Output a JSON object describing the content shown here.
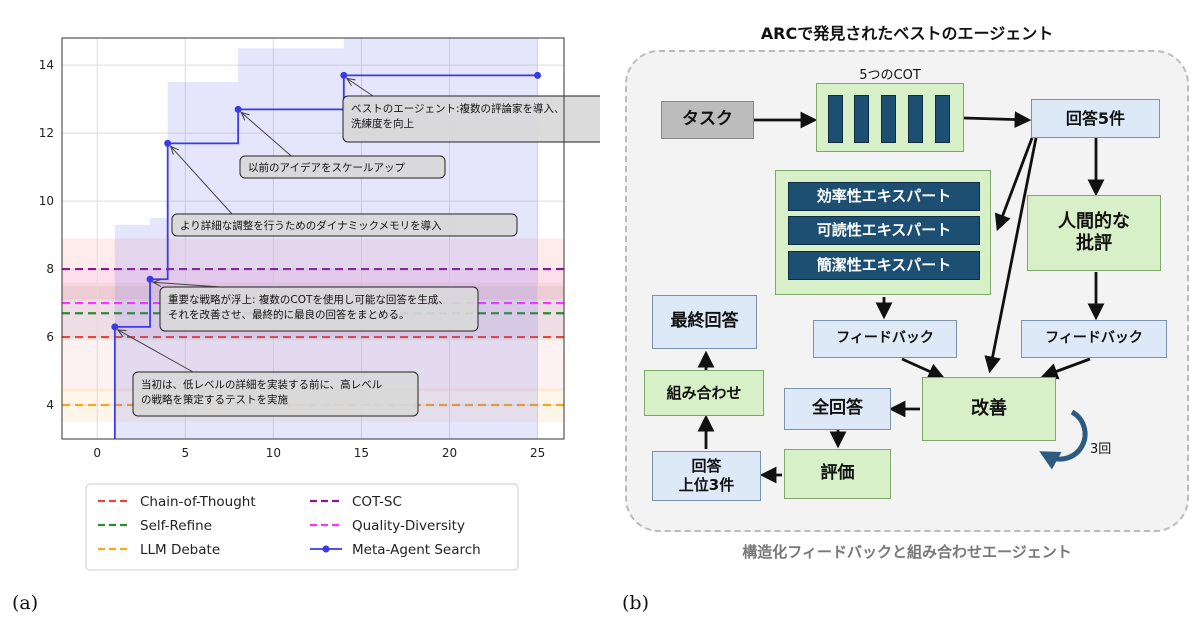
{
  "panel_a_label": "(a)",
  "panel_b_label": "(b)",
  "chart_data": {
    "type": "line",
    "xlim": [
      -2,
      26.5
    ],
    "ylim": [
      3,
      14.8
    ],
    "xticks": [
      0,
      5,
      10,
      15,
      20,
      25
    ],
    "yticks": [
      4,
      6,
      8,
      10,
      12,
      14
    ],
    "grid": true,
    "legend_position": "bottom",
    "baselines": [
      {
        "name": "Chain-of-Thought",
        "value": 6.0,
        "color": "#e8453c"
      },
      {
        "name": "COT-SC",
        "value": 8.0,
        "color": "#8b1a89"
      },
      {
        "name": "Self-Refine",
        "value": 6.7,
        "color": "#2e8b2e"
      },
      {
        "name": "Quality-Diversity",
        "value": 7.0,
        "color": "#ff33ff"
      },
      {
        "name": "LLM Debate",
        "value": 4.0,
        "color": "#f5a623"
      }
    ],
    "series": [
      {
        "name": "Meta-Agent Search",
        "color": "#3a3ae8",
        "x": [
          1,
          3,
          4,
          8,
          14,
          25
        ],
        "y": [
          6.3,
          7.7,
          11.7,
          12.7,
          13.7,
          13.7
        ]
      }
    ],
    "annotations": [
      {
        "text": "ベストのエージェント:複数の評論家を導入、\n洗練度を向上",
        "x": 14,
        "y": 13.7
      },
      {
        "text": "以前のアイデアをスケールアップ",
        "x": 8,
        "y": 12.7
      },
      {
        "text": "より詳細な調整を行うためのダイナミックメモリを導入",
        "x": 4,
        "y": 11.7
      },
      {
        "text": "重要な戦略が浮上: 複数のCOTを使用し可能な回答を生成、\nそれを改善させ、最終的に最良の回答をまとめる。",
        "x": 3,
        "y": 7.7
      },
      {
        "text": "当初は、低レベルの詳細を実装する前に、高レベル\nの戦略を策定するテストを実施",
        "x": 1,
        "y": 6.3
      }
    ]
  },
  "diagram": {
    "title": "ARCで発見されたベストのエージェント",
    "caption": "構造化フィードバックと組み合わせエージェント",
    "task": "タスク",
    "cot_label": "5つのCOT",
    "answers5": "回答5件",
    "experts": [
      "効率性エキスパート",
      "可読性エキスパート",
      "簡潔性エキスパート"
    ],
    "human_critique": "人間的な\n批評",
    "feedback_left": "フィードバック",
    "feedback_right": "フィードバック",
    "refine": "改善",
    "refine_times": "3回",
    "all_answers": "全回答",
    "evaluate": "評価",
    "top3": "回答\n上位3件",
    "combine": "組み合わせ",
    "final_answer": "最終回答"
  }
}
